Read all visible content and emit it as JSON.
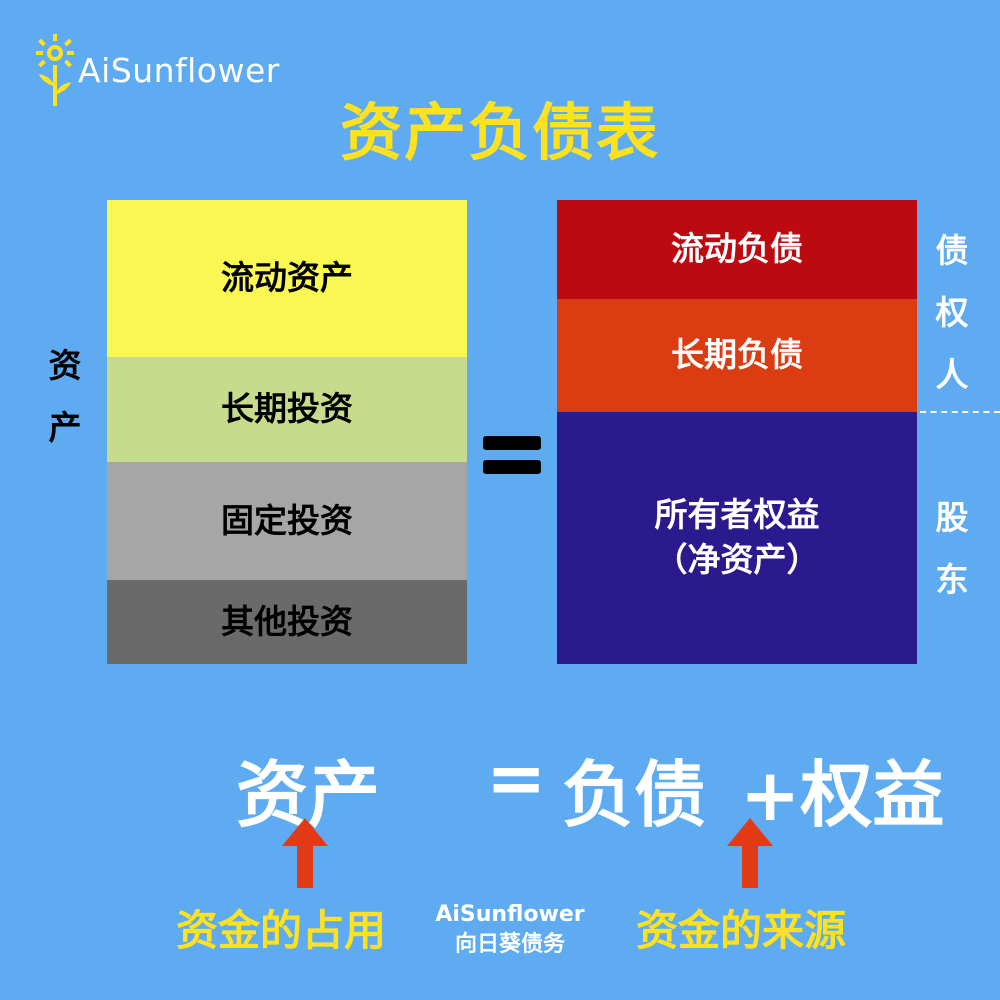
{
  "logo": {
    "text": "AiSunflower",
    "icon": "sunflower-icon",
    "color": "#ffe21f"
  },
  "title": "资产负债表",
  "assets": {
    "side_label_chars": [
      "资",
      "产"
    ],
    "blocks": [
      {
        "label": "流动资产",
        "color": "#fbf752"
      },
      {
        "label": "长期投资",
        "color": "#c6dc8c"
      },
      {
        "label": "固定投资",
        "color": "#a6a6a6"
      },
      {
        "label": "其他投资",
        "color": "#6a6a6a"
      }
    ]
  },
  "equals_icon": "equals-icon",
  "liabilities": {
    "blocks": [
      {
        "label": "流动负债",
        "color": "#bd0a11"
      },
      {
        "label": "长期负债",
        "color": "#db3c12"
      },
      {
        "label_lines": [
          "所有者权益",
          "（净资产）"
        ],
        "color": "#2a1a8e"
      }
    ],
    "creditor_chars": [
      "债",
      "权",
      "人"
    ],
    "shareholder_chars": [
      "股",
      "东"
    ]
  },
  "formula": {
    "assets": "资产",
    "equals": "=",
    "liabilities": "负债",
    "equity": "+权益"
  },
  "captions": {
    "left": "资金的占用",
    "right": "资金的来源"
  },
  "arrow_color": "#e23a14",
  "brand": {
    "line1": "AiSunflower",
    "line2": "向日葵债务"
  }
}
